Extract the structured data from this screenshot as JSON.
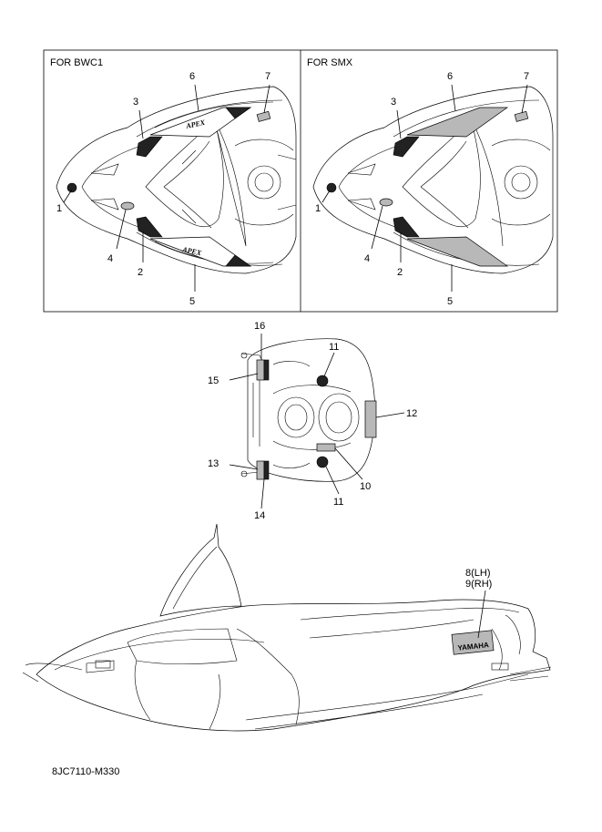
{
  "panels": {
    "left_header": "FOR BWC1",
    "right_header": "FOR SMX"
  },
  "callouts": {
    "n1": "1",
    "n2": "2",
    "n3": "3",
    "n4": "4",
    "n5": "5",
    "n6": "6",
    "n7": "7",
    "n8": "8(LH)",
    "n9": "9(RH)",
    "n10": "10",
    "n11": "11",
    "n12": "12",
    "n13": "13",
    "n14": "14",
    "n15": "15",
    "n16": "16"
  },
  "decals": {
    "apex": "APEX",
    "brand": "YAMAHA"
  },
  "figure_code": "8JC7110-M330"
}
